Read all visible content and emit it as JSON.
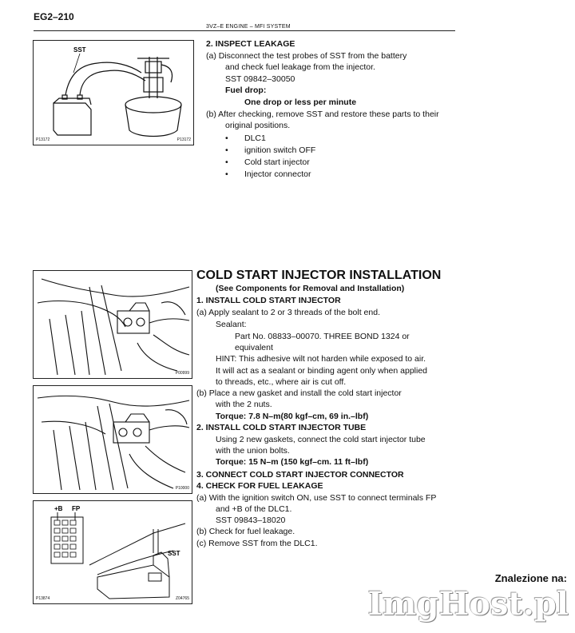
{
  "header": {
    "page_number": "EG2–210",
    "section": "3VZ–E ENGINE   –   MFI SYSTEM"
  },
  "figures": {
    "fig1": {
      "label": "SST",
      "code_left": "P13172",
      "code_right": "P13172"
    },
    "fig2": {
      "code_right": "P00999"
    },
    "fig3": {
      "code_right": "P10000"
    },
    "fig4": {
      "label_b": "+B",
      "label_fp": "FP",
      "label_sst": "SST",
      "code_left": "P13874",
      "code_right": "Z04765"
    }
  },
  "inspect": {
    "title": "2. INSPECT LEAKAGE",
    "a_line1": "(a) Disconnect the test probes of SST from the battery",
    "a_line2": "and check fuel leakage from the injector.",
    "a_sst": "SST 09842–30050",
    "fuel_drop_label": "Fuel drop:",
    "fuel_drop_value": "One drop or less per minute",
    "b_line1": "(b) After checking, remove SST and restore these parts to their",
    "b_line2": "original positions.",
    "items": [
      "DLC1",
      "ignition switch OFF",
      "Cold start injector",
      "Injector connector"
    ]
  },
  "install": {
    "title": "COLD START INJECTOR INSTALLATION",
    "subtitle": "(See Components for Removal and Installation)",
    "s1_title": "1. INSTALL COLD START INJECTOR",
    "s1_a": "(a) Apply sealant to 2 or 3 threads of the bolt end.",
    "sealant_label": "Sealant:",
    "sealant_part1": "Part No. 08833–00070. THREE BOND 1324 or",
    "sealant_part2": "equivalent",
    "hint1": "HINT: This adhesive wilt not harden while exposed to air.",
    "hint2": "It will act as a sealant or binding agent only when applied",
    "hint3": "to threads, etc., where air is cut off.",
    "s1_b1": "(b) Place a new gasket and install the cold start injector",
    "s1_b2": "with the 2 nuts.",
    "torque1": "Torque: 7.8 N–m(80 kgf–cm, 69 in.–lbf)",
    "s2_title": "2. INSTALL COLD START INJECTOR TUBE",
    "s2_line1": "Using 2 new gaskets, connect the cold start injector tube",
    "s2_line2": "with the union bolts.",
    "torque2": "Torque: 15 N–m (150 kgf–cm. 11 ft–lbf)",
    "s3_title": "3. CONNECT COLD START INJECTOR CONNECTOR",
    "s4_title": "4. CHECK FOR FUEL LEAKAGE",
    "s4_a1": "(a) With the ignition switch ON, use SST to connect terminals FP",
    "s4_a2": "and +B of the DLC1.",
    "s4_sst": "SST 09843–18020",
    "s4_b": "(b) Check for fuel leakage.",
    "s4_c": "(c) Remove SST from the DLC1."
  },
  "watermark": {
    "caption": "Znalezione na:",
    "site": "ImgHost.pl"
  }
}
